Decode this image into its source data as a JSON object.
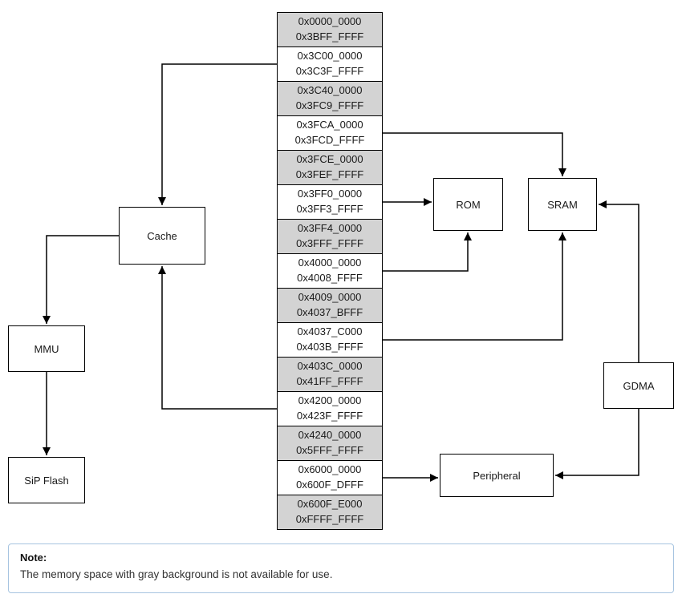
{
  "memory_map": {
    "rows": [
      {
        "start": "0x0000_0000",
        "end": "0x3BFF_FFFF",
        "shaded": true
      },
      {
        "start": "0x3C00_0000",
        "end": "0x3C3F_FFFF",
        "shaded": false
      },
      {
        "start": "0x3C40_0000",
        "end": "0x3FC9_FFFF",
        "shaded": true
      },
      {
        "start": "0x3FCA_0000",
        "end": "0x3FCD_FFFF",
        "shaded": false
      },
      {
        "start": "0x3FCE_0000",
        "end": "0x3FEF_FFFF",
        "shaded": true
      },
      {
        "start": "0x3FF0_0000",
        "end": "0x3FF3_FFFF",
        "shaded": false
      },
      {
        "start": "0x3FF4_0000",
        "end": "0x3FFF_FFFF",
        "shaded": true
      },
      {
        "start": "0x4000_0000",
        "end": "0x4008_FFFF",
        "shaded": false
      },
      {
        "start": "0x4009_0000",
        "end": "0x4037_BFFF",
        "shaded": true
      },
      {
        "start": "0x4037_C000",
        "end": "0x403B_FFFF",
        "shaded": false
      },
      {
        "start": "0x403C_0000",
        "end": "0x41FF_FFFF",
        "shaded": true
      },
      {
        "start": "0x4200_0000",
        "end": "0x423F_FFFF",
        "shaded": false
      },
      {
        "start": "0x4240_0000",
        "end": "0x5FFF_FFFF",
        "shaded": true
      },
      {
        "start": "0x6000_0000",
        "end": "0x600F_DFFF",
        "shaded": false
      },
      {
        "start": "0x600F_E000",
        "end": "0xFFFF_FFFF",
        "shaded": true
      }
    ]
  },
  "blocks": {
    "cache": "Cache",
    "mmu": "MMU",
    "sip_flash": "SiP Flash",
    "rom": "ROM",
    "sram": "SRAM",
    "gdma": "GDMA",
    "peripheral": "Peripheral"
  },
  "note": {
    "title": "Note:",
    "text": "The memory space with gray background is not available for use."
  },
  "colors": {
    "shaded_row": "#d3d3d3",
    "note_border": "#a6c4e0",
    "line": "#000000"
  }
}
